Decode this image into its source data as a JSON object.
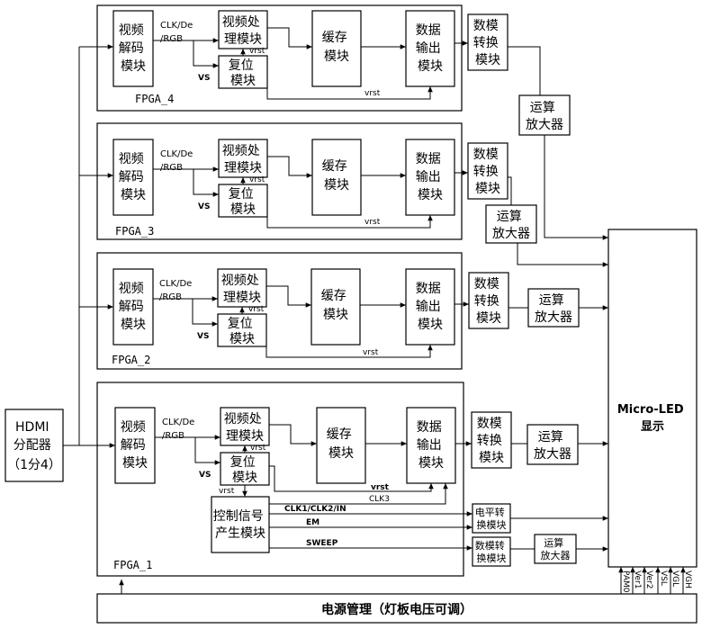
{
  "fpga_boards": [
    {
      "label": "FPGA_4"
    },
    {
      "label": "FPGA_3"
    },
    {
      "label": "FPGA_2"
    },
    {
      "label": "FPGA_1"
    }
  ],
  "modules": {
    "decoder": [
      "视频",
      "解码",
      "模块"
    ],
    "video_proc": [
      "视频处",
      "理模块"
    ],
    "reset": [
      "复位",
      "模块"
    ],
    "cache": [
      "缓存",
      "模块"
    ],
    "data_out": [
      "数据",
      "输出",
      "模块"
    ],
    "dac": [
      "数模",
      "转换",
      "模块"
    ],
    "opamp": [
      "运算",
      "放大器"
    ],
    "ctrl": [
      "控制信号",
      "产生模块"
    ],
    "level_shift": [
      "电平转",
      "换模块"
    ],
    "dac_small": [
      "数模转",
      "换模块"
    ],
    "opamp_small": [
      "运算",
      "放大器"
    ]
  },
  "signals": {
    "clk_de": "CLK/De",
    "rgb": "/RGB",
    "vs": "VS",
    "vrst": "vrst",
    "clk3": "CLK3",
    "clk_bus": "CLK1/CLK2/IN",
    "em": "EM",
    "sweep": "SWEEP"
  },
  "hdmi": [
    "HDMI",
    "分配器",
    "（1分4）"
  ],
  "display": [
    "Micro-LED",
    "显示"
  ],
  "power": "电源管理（灯板电压可调）",
  "power_pins": [
    "PAM0",
    "Ver1",
    "Ver2",
    "VSL",
    "VGL",
    "VGH"
  ]
}
